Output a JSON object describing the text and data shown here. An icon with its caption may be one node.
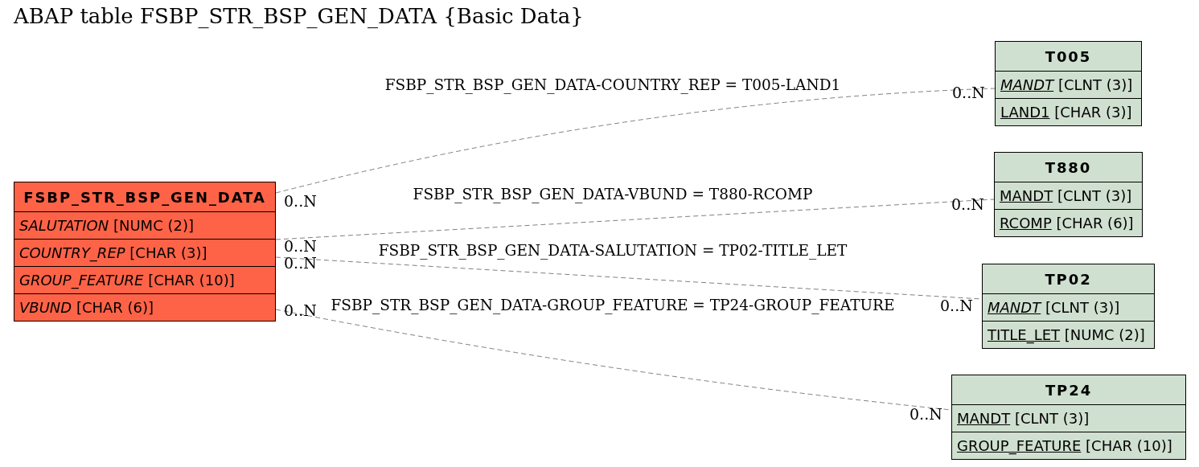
{
  "diagram": {
    "title": "ABAP table FSBP_STR_BSP_GEN_DATA {Basic Data}",
    "nodes": [
      {
        "text": [
          "FSBP_STR_BSP_GEN_DATA",
          "*SALUTATION* [NUMC (2)]",
          "*COUNTRY_REP* [CHAR (3)]",
          "*GROUP_FEATURE* [CHAR (10)]",
          "*VBUND* [CHAR (6)]"
        ]
      },
      {
        "text": [
          "T005",
          "*MANDT* [CLNT (3)]",
          "LAND1 [CHAR (3)]"
        ]
      },
      {
        "text": [
          "T880",
          "MANDT [CLNT (3)]",
          "RCOMP [CHAR (6)]"
        ]
      },
      {
        "text": [
          "TP02",
          "*MANDT* [CLNT (3)]",
          "TITLE_LET [NUMC (2)]"
        ]
      },
      {
        "text": [
          "TP24",
          "MANDT [CLNT (3)]",
          "GROUP_FEATURE [CHAR (10)]"
        ]
      }
    ],
    "edges": [
      {
        "from": 0,
        "to": 1,
        "arrow": "none",
        "label": "FSBP_STR_BSP_GEN_DATA-COUNTRY_REP = T005-LAND1",
        "style": "dashed"
      },
      {
        "from": 0,
        "to": 2,
        "arrow": "none",
        "label": "FSBP_STR_BSP_GEN_DATA-VBUND = T880-RCOMP",
        "style": "dashed"
      },
      {
        "from": 0,
        "to": 3,
        "arrow": "none",
        "label": "FSBP_STR_BSP_GEN_DATA-SALUTATION = TP02-TITLE_LET",
        "style": "dashed"
      },
      {
        "from": 0,
        "to": 4,
        "arrow": "none",
        "label": "FSBP_STR_BSP_GEN_DATA-GROUP_FEATURE = TP24-GROUP_FEATURE",
        "style": "dashed"
      }
    ],
    "labels": [
      "0..N",
      "0..N",
      "0..N",
      "0..N",
      "0..N",
      "0..N",
      "0..N",
      "0..N"
    ]
  }
}
